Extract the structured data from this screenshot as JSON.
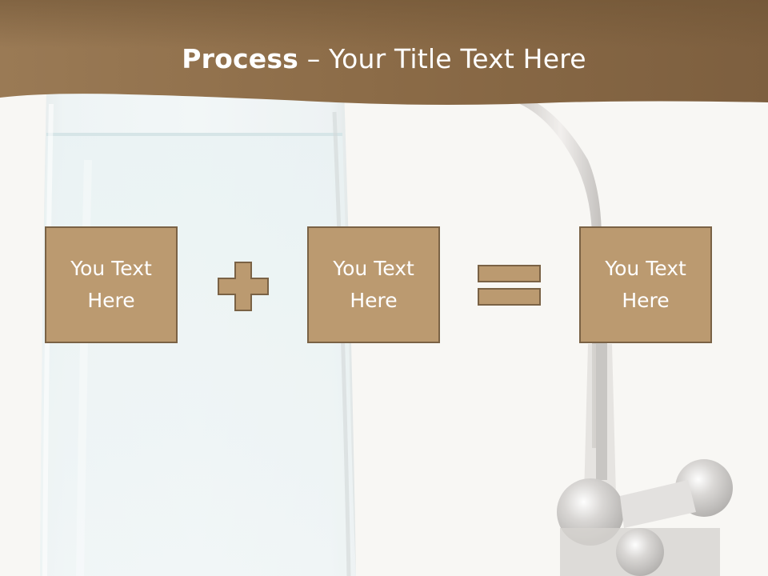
{
  "slide": {
    "title_bold": "Process",
    "title_rest": " – Your Title Text Here",
    "boxes": [
      {
        "text": "You Text\nHere"
      },
      {
        "text": "You Text\nHere"
      },
      {
        "text": "You Text\nHere"
      }
    ],
    "operators": [
      "plus-sign",
      "equals-sign"
    ]
  },
  "colors": {
    "header_brown": "#8a6b48",
    "box_fill": "#bb9a70",
    "box_border": "#7a6245",
    "background": "#f6f4f1"
  }
}
